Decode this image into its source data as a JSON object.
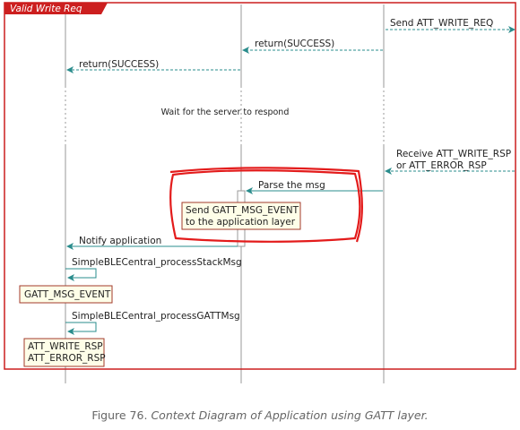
{
  "frame": {
    "label": "Valid Write Req",
    "border_color": "#cc1f1f"
  },
  "messages": {
    "send_att_write_req": "Send ATT_WRITE_REQ",
    "return_success_1": "return(SUCCESS)",
    "return_success_2": "return(SUCCESS)",
    "wait_server": "Wait for the server to respond",
    "receive_line1": "Receive ATT_WRITE_RSP",
    "receive_line2": "or ATT_ERROR_RSP",
    "parse_msg": "Parse the msg",
    "notify_app": "Notify application",
    "process_stack": "SimpleBLECentral_processStackMsg",
    "process_gatt": "SimpleBLECentral_processGATTMsg"
  },
  "notes": {
    "send_event_line1": "Send GATT_MSG_EVENT",
    "send_event_line2": "to the application layer",
    "gatt_msg_event": "GATT_MSG_EVENT",
    "att_write_rsp": "ATT_WRITE_RSP",
    "att_error_rsp": "ATT_ERROR_RSP"
  },
  "caption": {
    "number": "Figure 76.",
    "title": "Context Diagram of Application using GATT layer."
  },
  "colors": {
    "arrow": "#2a8c8c",
    "note_fill": "#fefee8",
    "note_border": "#a33a2a",
    "lifeline": "#9a9a9a",
    "highlight": "#e31b1b"
  }
}
